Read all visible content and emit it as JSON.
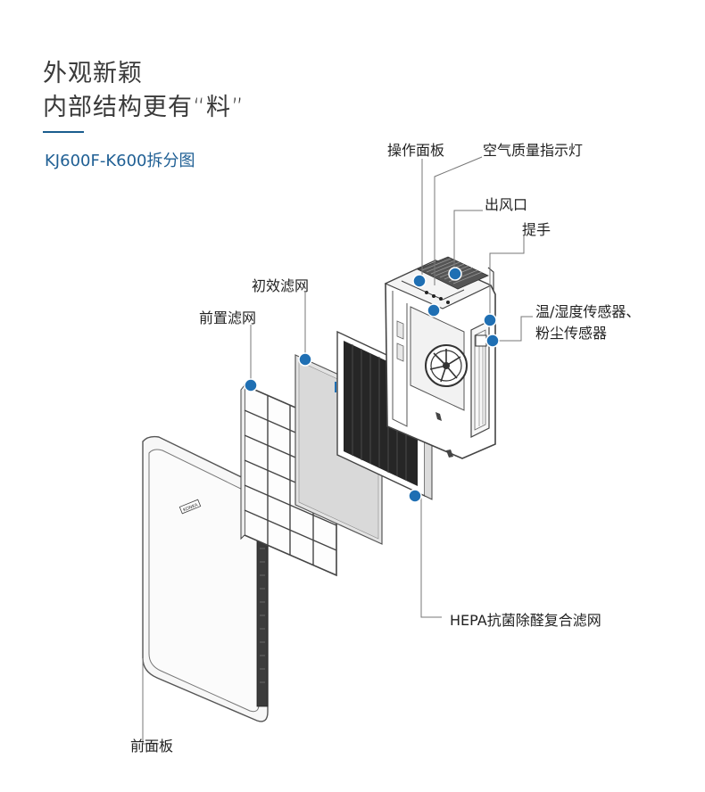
{
  "heading": {
    "line1": "外观新颖",
    "line2": "内部结构更有“料”",
    "subtitle": "KJ600F-K600拆分图"
  },
  "labels": {
    "control_panel": "操作面板",
    "aqi_light": "空气质量指示灯",
    "air_outlet": "出风口",
    "handle": "提手",
    "sensor_line1": "温/湿度传感器、",
    "sensor_line2": "粉尘传感器",
    "primary_filter": "初效滤网",
    "front_filter": "前置滤网",
    "hepa_filter": "HEPA抗菌除醛复合滤网",
    "front_panel": "前面板"
  },
  "brand_tag": "KONKA",
  "colors": {
    "accent": "#1a5d8e",
    "dot": "#1f6fb3"
  }
}
